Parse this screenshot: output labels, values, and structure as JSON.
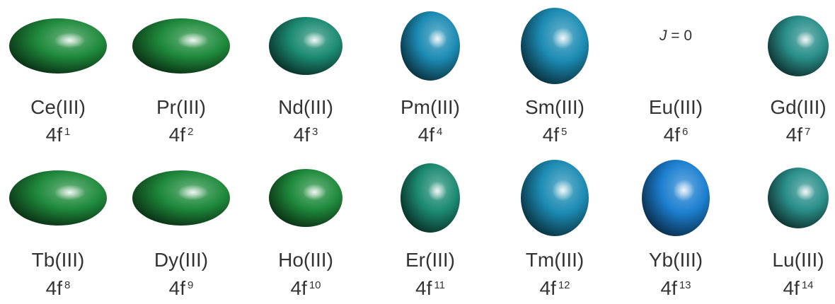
{
  "special_label": {
    "var": "J",
    "text": " = 0"
  },
  "rows": [
    [
      {
        "name": "Ce(III)",
        "config": "4f",
        "n": "1",
        "shape": "oblate",
        "color": "#1f8a3c",
        "scale": "wide"
      },
      {
        "name": "Pr(III)",
        "config": "4f",
        "n": "2",
        "shape": "oblate",
        "color": "#1f8a3c",
        "scale": "wide"
      },
      {
        "name": "Nd(III)",
        "config": "4f",
        "n": "3",
        "shape": "oblate",
        "color": "#1c8a72",
        "scale": "medium"
      },
      {
        "name": "Pm(III)",
        "config": "4f",
        "n": "4",
        "shape": "prolate",
        "color": "#1c8bb3",
        "scale": "small"
      },
      {
        "name": "Sm(III)",
        "config": "4f",
        "n": "5",
        "shape": "prolate",
        "color": "#1c8bb3",
        "scale": "large"
      },
      {
        "name": "Eu(III)",
        "config": "4f",
        "n": "6",
        "shape": "none",
        "color": "",
        "scale": ""
      },
      {
        "name": "Gd(III)",
        "config": "4f",
        "n": "7",
        "shape": "sphere",
        "color": "#2a8f8a",
        "scale": "sphere"
      }
    ],
    [
      {
        "name": "Tb(III)",
        "config": "4f",
        "n": "8",
        "shape": "oblate",
        "color": "#1f8a3c",
        "scale": "wide"
      },
      {
        "name": "Dy(III)",
        "config": "4f",
        "n": "9",
        "shape": "oblate",
        "color": "#1f8a3c",
        "scale": "wide"
      },
      {
        "name": "Ho(III)",
        "config": "4f",
        "n": "10",
        "shape": "oblate",
        "color": "#1f8a3c",
        "scale": "medium"
      },
      {
        "name": "Er(III)",
        "config": "4f",
        "n": "11",
        "shape": "prolate",
        "color": "#1c8a72",
        "scale": "small"
      },
      {
        "name": "Tm(III)",
        "config": "4f",
        "n": "12",
        "shape": "prolate",
        "color": "#1c8bb3",
        "scale": "large"
      },
      {
        "name": "Yb(III)",
        "config": "4f",
        "n": "13",
        "shape": "prolate",
        "color": "#1c7fd0",
        "scale": "large"
      },
      {
        "name": "Lu(III)",
        "config": "4f",
        "n": "14",
        "shape": "sphere",
        "color": "#2a8f8a",
        "scale": "sphere"
      }
    ]
  ]
}
